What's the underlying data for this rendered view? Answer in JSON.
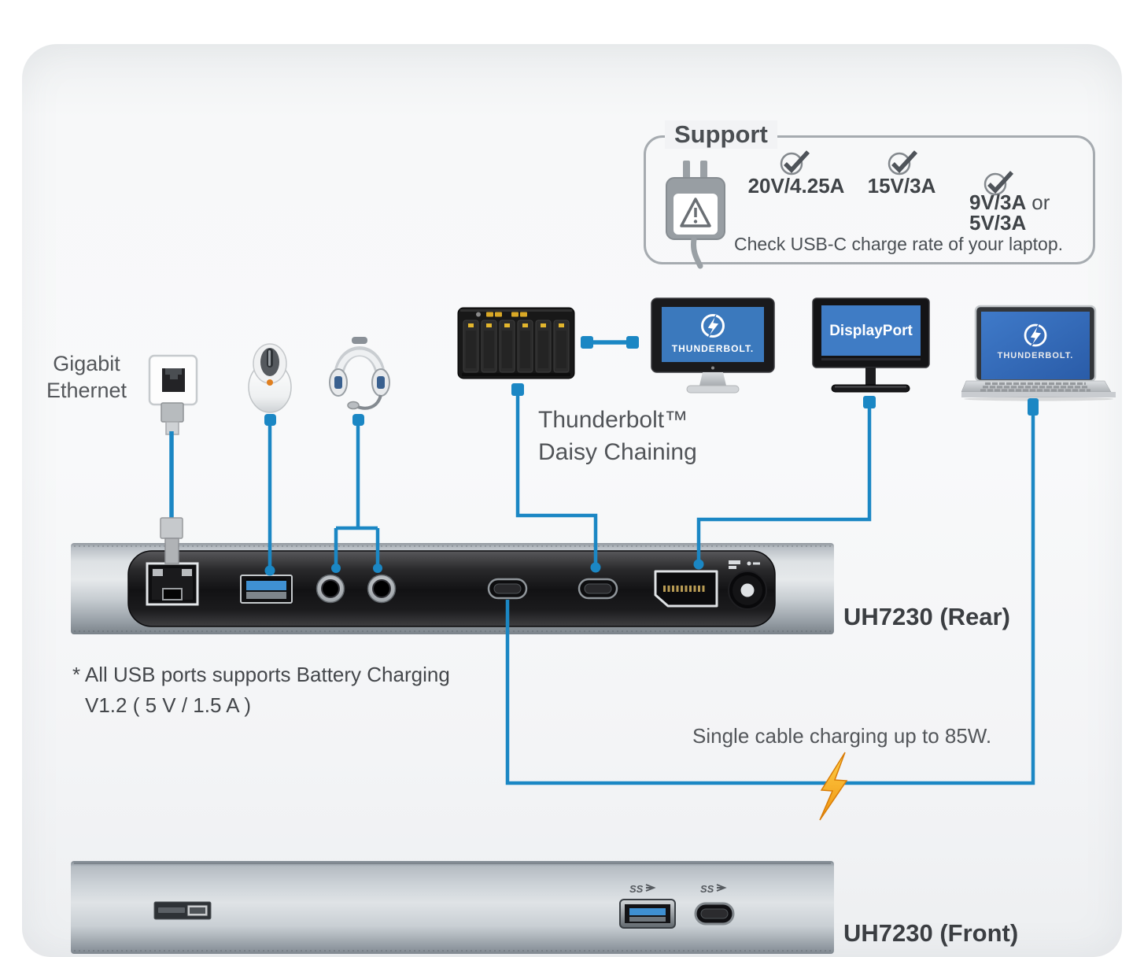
{
  "support": {
    "title": "Support",
    "charge_rates": [
      "20V/4.25A",
      "15V/3A",
      "9V/3A",
      "5V/3A"
    ],
    "or_text": "or",
    "note": "Check USB-C charge rate of your laptop."
  },
  "labels": {
    "ethernet_line1": "Gigabit",
    "ethernet_line2": "Ethernet",
    "daisy_line1": "Thunderbolt™",
    "daisy_line2": "Daisy Chaining",
    "usb_note_line1": "* All USB ports supports Battery Charging",
    "usb_note_line2": "V1.2 ( 5 V / 1.5 A )",
    "charging_note": "Single cable charging up to 85W.",
    "rear_label": "UH7230 (Rear)",
    "front_label": "UH7230 (Front)"
  },
  "screens": {
    "thunderbolt_monitor": "THUNDERBOLT.",
    "displayport_monitor": "DisplayPort",
    "thunderbolt_laptop": "THUNDERBOLT."
  },
  "icons": {
    "superspeed_usb": "SS"
  },
  "colors": {
    "wire_blue": "#1b87c4",
    "screen_blue": "#3b79bd",
    "bolt_orange": "#f6a21d",
    "card_grey": "#f2f4f5"
  }
}
